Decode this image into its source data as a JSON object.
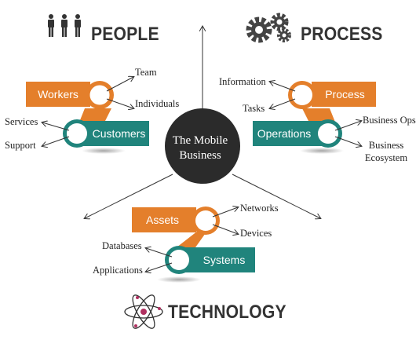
{
  "center": {
    "line1": "The Mobile",
    "line2": "Business"
  },
  "colors": {
    "orange": "#e47f2b",
    "teal": "#20847c",
    "dark": "#2b2b2b",
    "text": "#333333"
  },
  "people": {
    "title": "PEOPLE",
    "icon": "people-icon",
    "top_bar": "Workers",
    "bottom_bar": "Customers",
    "top_labels": [
      "Team",
      "Individuals"
    ],
    "bottom_labels": [
      "Services",
      "Support"
    ]
  },
  "process": {
    "title": "PROCESS",
    "icon": "gears-icon",
    "top_bar": "Process",
    "bottom_bar": "Operations",
    "top_labels": [
      "Information",
      "Tasks"
    ],
    "bottom_labels": [
      "Business Ops",
      "Business",
      "Ecosystem"
    ]
  },
  "technology": {
    "title": "TECHNOLOGY",
    "icon": "atom-icon",
    "top_bar": "Assets",
    "bottom_bar": "Systems",
    "top_labels": [
      "Networks",
      "Devices"
    ],
    "bottom_labels": [
      "Databases",
      "Applications"
    ]
  }
}
